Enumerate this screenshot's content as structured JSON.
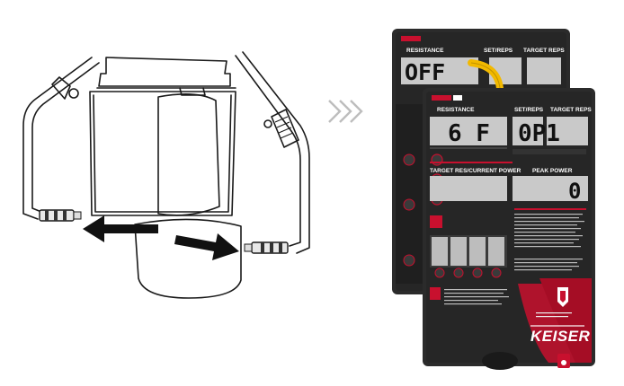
{
  "back_panel": {
    "resistance_label": "RESISTANCE",
    "set_reps_label": "SET/REPS",
    "target_reps_label": "TARGET REPS",
    "display_value": "OFF"
  },
  "front_panel": {
    "resistance_label": "RESISTANCE",
    "set_reps_label": "SET/REPS",
    "target_reps_label": "TARGET REPS",
    "resistance_value": "6 F",
    "target_reps_value": "0P1",
    "target_res_current_power_label": "TARGET RES/CURRENT POWER",
    "peak_power_label": "PEAK POWER",
    "peak_power_value": "0",
    "brand": "KEISER"
  },
  "chevrons_symbol": "»",
  "colors": {
    "panel": "#2b2b2b",
    "panel_dark": "#1e1e1e",
    "lcd": "#c9c9c9",
    "accent_red": "#c8102e",
    "arrow_yellow": "#f2b900"
  }
}
